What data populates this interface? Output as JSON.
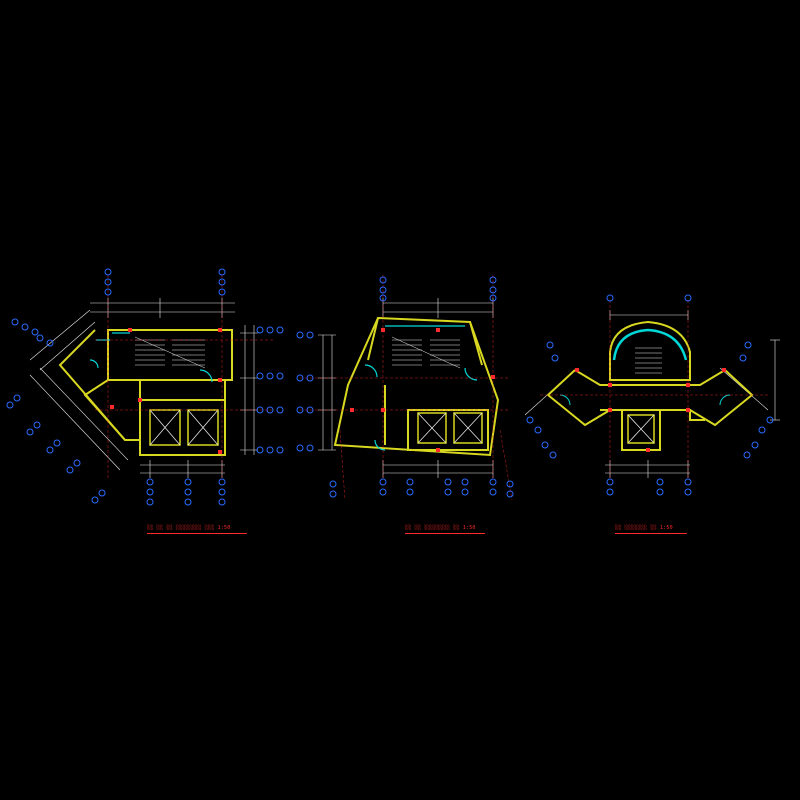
{
  "drawing": {
    "background": "#000000",
    "colors": {
      "wall": "#d8d820",
      "wall_fill": "#4a4a10",
      "dim_line": "#e8e8e8",
      "axis_line": "#ff2a2a",
      "axis_bubble": "#2a6bff",
      "window": "#00d8d8",
      "column": "#ff2a2a",
      "stair": "#e8e8e8",
      "door": "#00d8d8",
      "title_text": "#ff2a2a"
    },
    "plans": [
      {
        "name": "plan-1",
        "title": "░░ ░░ ░░ ░░░░░░░░ ░░░ 1:50"
      },
      {
        "name": "plan-2",
        "title": "░░ ░░ ░░░░░░░░ ░░ 1:50"
      },
      {
        "name": "plan-3",
        "title": "░░ ░░░░░░░ ░░ 1:50"
      }
    ]
  }
}
